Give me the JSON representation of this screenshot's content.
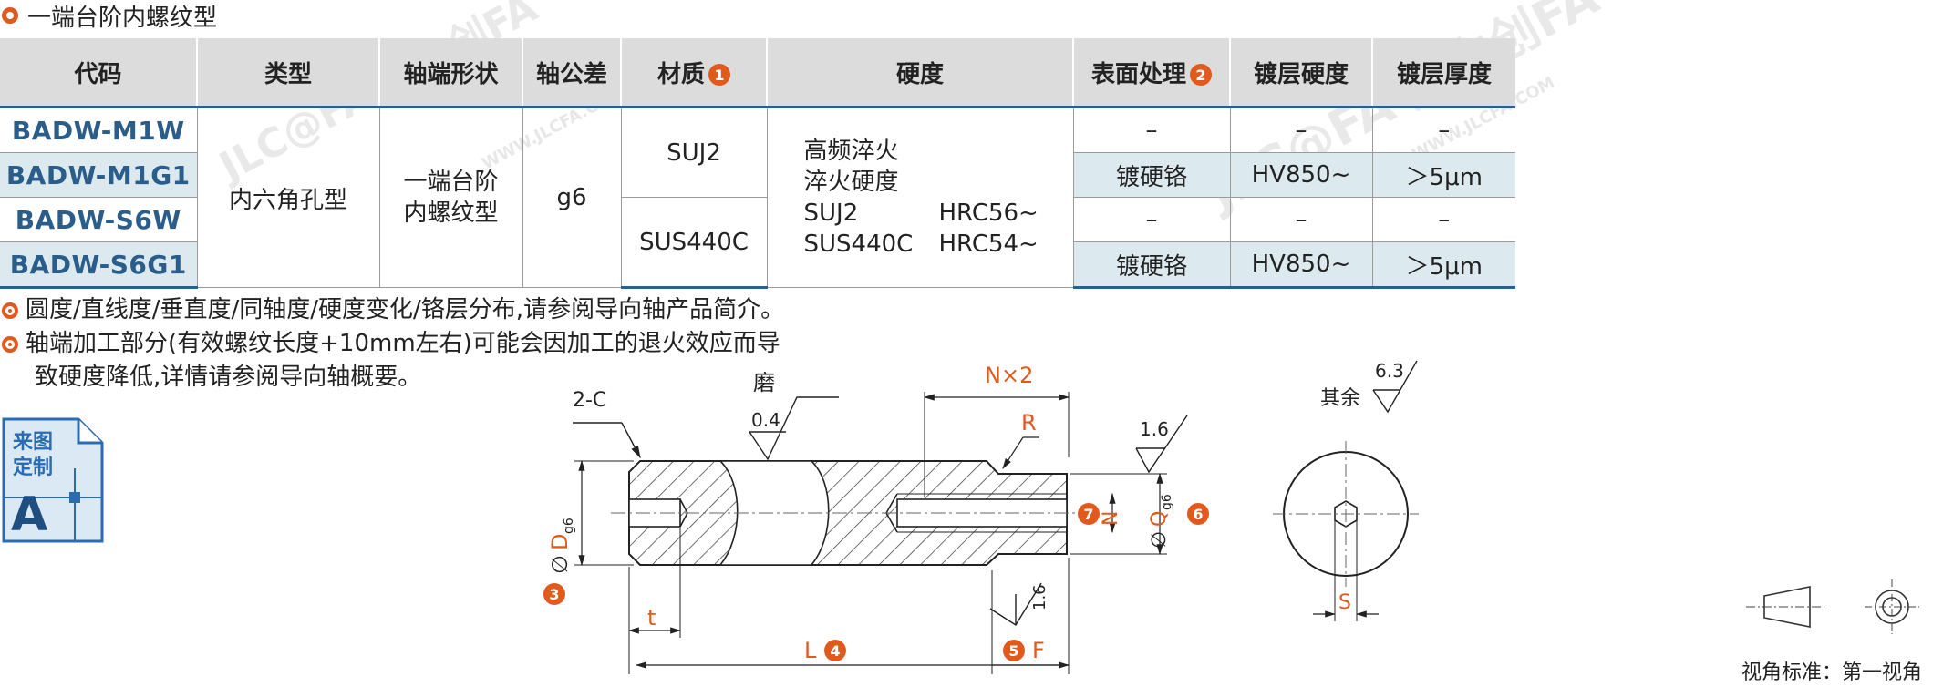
{
  "title": "一端台阶内螺纹型",
  "table": {
    "headers": [
      "代码",
      "类型",
      "轴端形状",
      "轴公差",
      "材质",
      "硬度",
      "表面处理",
      "镀层硬度",
      "镀层厚度"
    ],
    "badges": {
      "material": "1",
      "surface": "2"
    },
    "codes": [
      "BADW-M1W",
      "BADW-M1G1",
      "BADW-S6W",
      "BADW-S6G1"
    ],
    "type": "内六角孔型",
    "shaft_end_line1": "一端台阶",
    "shaft_end_line2": "内螺纹型",
    "tolerance": "g6",
    "materials": [
      "SUJ2",
      "SUS440C"
    ],
    "hardness_line1": "高频淬火",
    "hardness_line2": "淬火硬度",
    "hardness_rows": [
      {
        "material": "SUJ2",
        "value": "HRC56~"
      },
      {
        "material": "SUS440C",
        "value": "HRC54~"
      }
    ],
    "rows": [
      {
        "surface": "–",
        "plating_hardness": "–",
        "plating_thickness": "–"
      },
      {
        "surface": "镀硬铬",
        "plating_hardness": "HV850~",
        "plating_thickness": "＞5μm"
      },
      {
        "surface": "–",
        "plating_hardness": "–",
        "plating_thickness": "–"
      },
      {
        "surface": "镀硬铬",
        "plating_hardness": "HV850~",
        "plating_thickness": "＞5μm"
      }
    ]
  },
  "notes": [
    "圆度/直线度/垂直度/同轴度/硬度变化/铬层分布,请参阅导向轴产品简介。",
    "轴端加工部分(有效螺纹长度+10mm左右)可能会因加工的退火效应而导",
    "致硬度降低,详情请参阅导向轴概要。"
  ],
  "custom_label_line1": "来图",
  "custom_label_line2": "定制",
  "custom_label_letter": "A",
  "drawing": {
    "chamfer": "2-C",
    "grind_label": "磨",
    "grind_value": "0.4",
    "n_times": "N×2",
    "r_label": "R",
    "surface_16": "1.6",
    "d_label": "D",
    "d_sub": "g6",
    "q_label": "Q",
    "q_sub": "g6",
    "n_label": "N",
    "t_label": "t",
    "l_label": "L",
    "f_label": "F",
    "surface_16b": "1.6",
    "rest_label": "其余",
    "rest_value": "6.3",
    "s_label": "S",
    "badge3": "3",
    "badge4": "4",
    "badge5": "5",
    "badge6": "6",
    "badge7": "7"
  },
  "projection": "视角标准：第一视角",
  "watermark": "JLC@FA 嘉立创FA",
  "watermark_url": "WWW.JLCFA.COM",
  "colors": {
    "accent": "#e05a1e",
    "code_blue": "#2b5d8a",
    "stripe": "#dce9ef"
  }
}
